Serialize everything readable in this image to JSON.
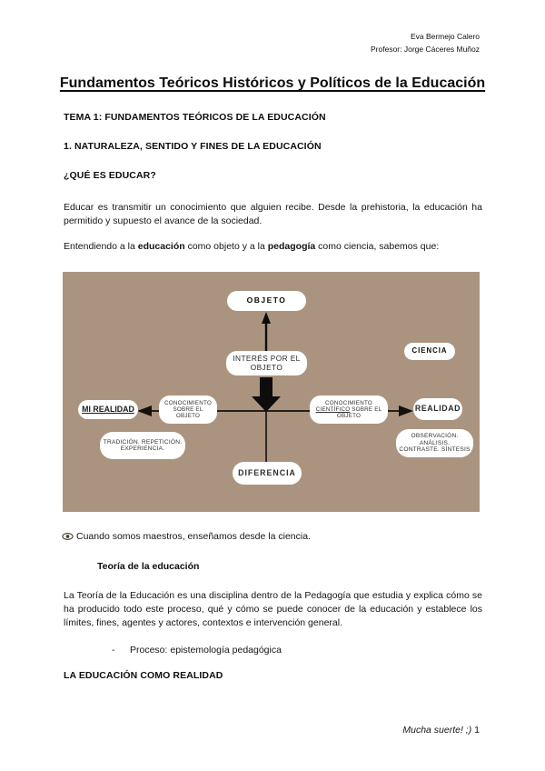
{
  "header": {
    "author": "Eva Bermejo Calero",
    "professor": "Profesor: Jorge Cáceres Muñoz"
  },
  "title": "Fundamentos Teóricos Históricos y Políticos de la Educación",
  "headings": {
    "tema": "TEMA 1: FUNDAMENTOS TEÓRICOS DE LA EDUCACIÓN",
    "naturaleza": "1. NATURALEZA, SENTIDO Y FINES DE LA EDUCACIÓN",
    "que_es_educar": "¿QUÉ ES EDUCAR?",
    "teoria": "Teoría de la educación",
    "educacion_como_realidad": "LA EDUCACIÓN COMO REALIDAD"
  },
  "paragraphs": {
    "educar": "Educar es transmitir un conocimiento que alguien recibe. Desde la prehistoria, la educación ha permitido y supuesto el avance de la sociedad.",
    "entendiendo_pre": "Entendiendo a la ",
    "entendiendo_bold1": "educación",
    "entendiendo_mid": " como objeto y a la ",
    "entendiendo_bold2": "pedagogía",
    "entendiendo_post": " como ciencia, sabemos que:",
    "maestros": "Cuando somos maestros, enseñamos desde la ciencia.",
    "teoria_body": "La Teoría de la Educación es una disciplina dentro de la Pedagogía que estudia y explica cómo se ha producido todo este proceso, qué y cómo se puede conocer de la educación y establece los límites, fines, agentes y actores, contextos e intervención general.",
    "bullet_dash": "-",
    "proceso": "Proceso: epistemología pedagógica"
  },
  "diagram": {
    "background_color": "#ab947f",
    "nodes": {
      "objeto": "OBJETO",
      "interes": "INTERÉS POR EL OBJETO",
      "ciencia": "CIENCIA",
      "mi_realidad": "MI REALIDAD",
      "conocimiento_pre": "CONOCIMIENTO ",
      "conocimiento_post": "SOBRE EL OBJETO",
      "conocimiento_cientifico_pre": "CONOCIMIENTO ",
      "conocimiento_cientifico_u": "CIENTÍFICO",
      "conocimiento_cientifico_post": " SOBRE EL OBJETO",
      "realidad": "REALIDAD",
      "tradicion": "TRADICIÓN. REPETICIÓN. EXPERIENCIA.",
      "observacion": "OBSERVACIÓN. ANÁLISIS. CONTRASTE. SÍNTESIS",
      "diferencia": "DIFERENCIA"
    }
  },
  "icons": {
    "eye": "👁"
  },
  "footer": {
    "message": "Mucha suerte! ;)",
    "page_number": "1"
  }
}
